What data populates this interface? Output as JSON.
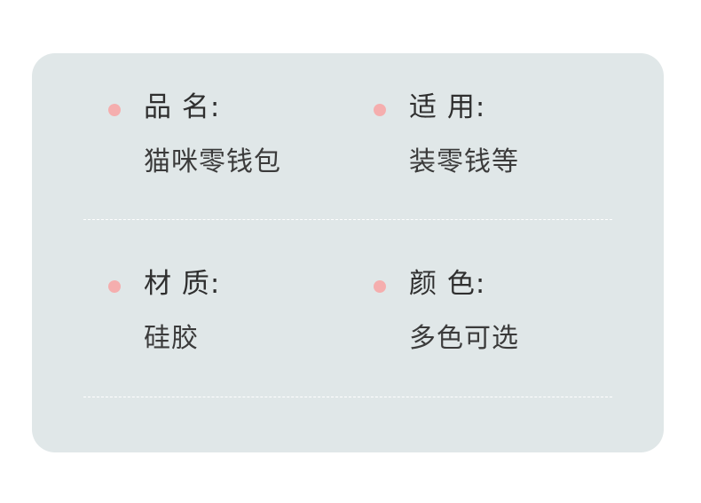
{
  "items": [
    {
      "label": "品 名:",
      "value": "猫咪零钱包"
    },
    {
      "label": "适 用:",
      "value": "装零钱等"
    },
    {
      "label": "材 质:",
      "value": "硅胶"
    },
    {
      "label": "颜 色:",
      "value": "多色可选"
    }
  ],
  "colors": {
    "card_background": "#e0e7e8",
    "bullet": "#f5aeae",
    "text": "#2f2f2f",
    "divider": "#ffffff"
  }
}
